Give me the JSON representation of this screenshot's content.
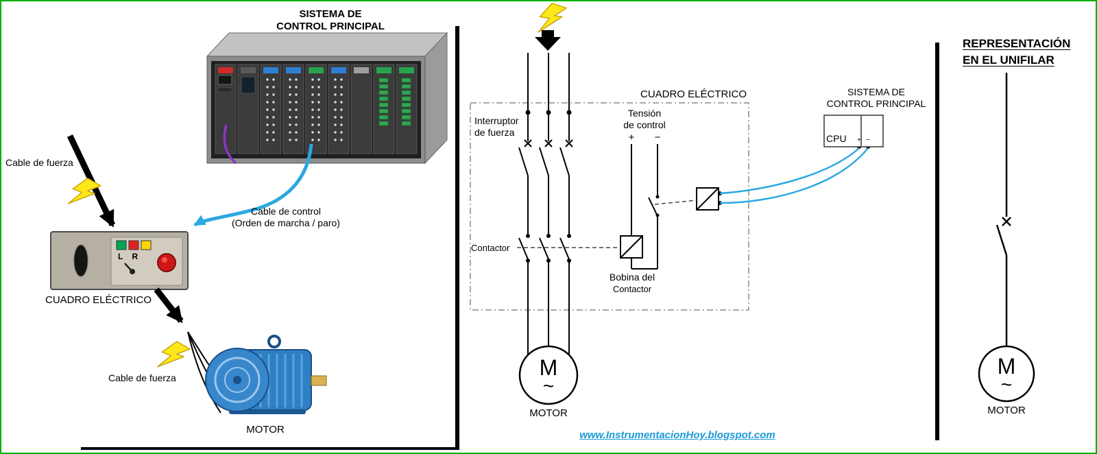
{
  "left": {
    "plc_title_line1": "SISTEMA DE",
    "plc_title_line2": "CONTROL PRINCIPAL",
    "cable_fuerza_top": "Cable de fuerza",
    "cable_control_line1": "Cable de control",
    "cable_control_line2": "(Orden de marcha / paro)",
    "panel_label": "CUADRO ELÉCTRICO",
    "panel_lr": "L R",
    "cable_fuerza_bottom": "Cable de fuerza",
    "motor_label": "MOTOR"
  },
  "middle": {
    "box_label": "CUADRO ELÉCTRICO",
    "interruptor_line1": "Interruptor",
    "interruptor_line2": "de fuerza",
    "tension_line1": "Tensión",
    "tension_line2": "de control",
    "plus": "+",
    "minus": "−",
    "contactor": "Contactor",
    "bobina_line1": "Bobina del",
    "bobina_line2": "Contactor",
    "cpu_title_line1": "SISTEMA DE",
    "cpu_title_line2": "CONTROL PRINCIPAL",
    "cpu": "CPU",
    "cpu_plus": "+",
    "cpu_minus": "−",
    "motor_m": "M",
    "motor_wave": "~",
    "motor_label": "MOTOR"
  },
  "right": {
    "title_line1": "REPRESENTACIÓN",
    "title_line2": "EN EL UNIFILAR",
    "motor_m": "M",
    "motor_wave": "~",
    "motor_label": "MOTOR"
  },
  "footer": {
    "link": "www.InstrumentacionHoy.blogspot.com"
  },
  "colors": {
    "border_green": "#00b000",
    "cable_blue": "#2aa8e0",
    "bolt_yellow": "#ffe81a",
    "link_blue": "#1a9bd7",
    "motor_blue": "#2f7fc4"
  }
}
